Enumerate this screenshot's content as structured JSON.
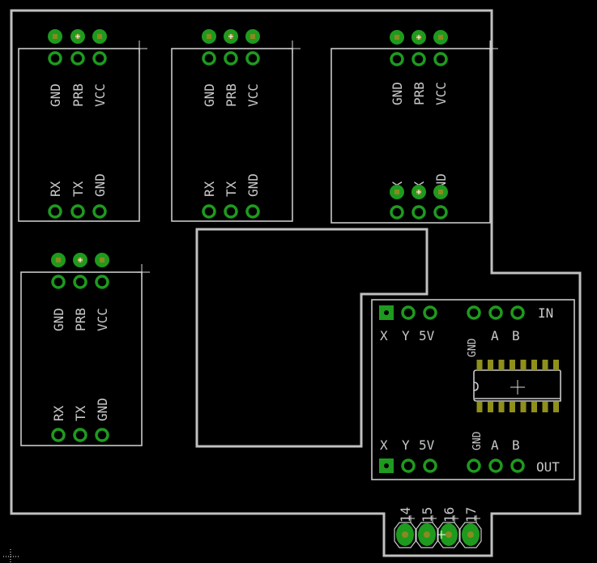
{
  "title": "PCB board layout",
  "colors": {
    "background": "#000000",
    "outline": "#c0c0c0",
    "silkscreen": "#c8c8c8",
    "pad": "#1e9a1e",
    "drill": "#8a8a1e"
  },
  "modules": [
    {
      "id": "module-1",
      "top_labels": [
        "GND",
        "PRB",
        "VCC"
      ],
      "bottom_labels": [
        "RX",
        "TX",
        "GND"
      ]
    },
    {
      "id": "module-2",
      "top_labels": [
        "GND",
        "PRB",
        "VCC"
      ],
      "bottom_labels": [
        "RX",
        "TX",
        "GND"
      ]
    },
    {
      "id": "module-3",
      "top_labels": [
        "GND",
        "PRB",
        "VCC"
      ],
      "bottom_labels": [
        "RX",
        "TX",
        "GND"
      ]
    },
    {
      "id": "module-4",
      "top_labels": [
        "GND",
        "PRB",
        "VCC"
      ],
      "bottom_labels": [
        "RX",
        "TX",
        "GND"
      ]
    }
  ],
  "transceiver": {
    "in_label": "IN",
    "out_label": "OUT",
    "left_labels": [
      "X",
      "Y",
      "5V"
    ],
    "right_labels": [
      "GND",
      "A",
      "B"
    ],
    "ic_pins_per_side": 8
  },
  "connector": {
    "pin_labels": [
      "14",
      "15",
      "16",
      "17"
    ]
  }
}
